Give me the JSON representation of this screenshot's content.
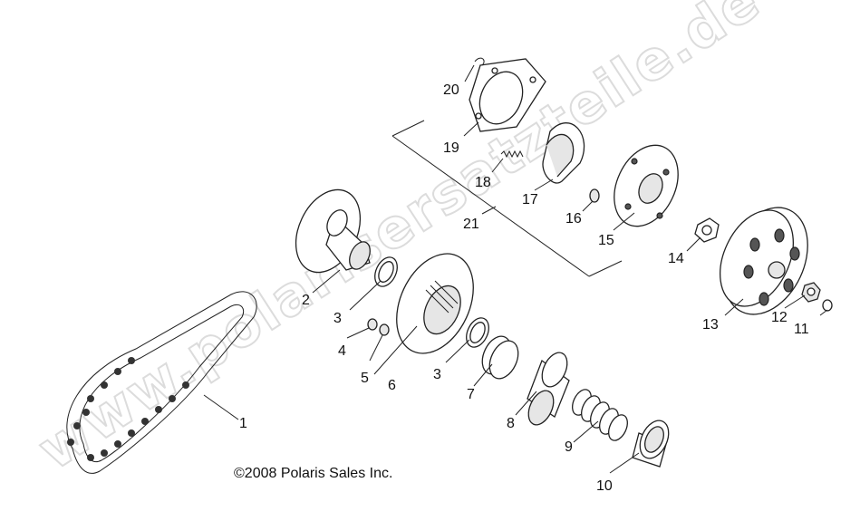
{
  "watermark": "www.polarisersatzteile.de",
  "copyright": "©2008 Polaris Sales Inc.",
  "labels": {
    "p1": "1",
    "p2": "2",
    "p3a": "3",
    "p3b": "3",
    "p4": "4",
    "p5": "5",
    "p6": "6",
    "p7": "7",
    "p8": "8",
    "p9": "9",
    "p10": "10",
    "p11": "11",
    "p12": "12",
    "p13": "13",
    "p14": "14",
    "p15": "15",
    "p16": "16",
    "p17": "17",
    "p18": "18",
    "p19": "19",
    "p20": "20",
    "p21": "21"
  }
}
